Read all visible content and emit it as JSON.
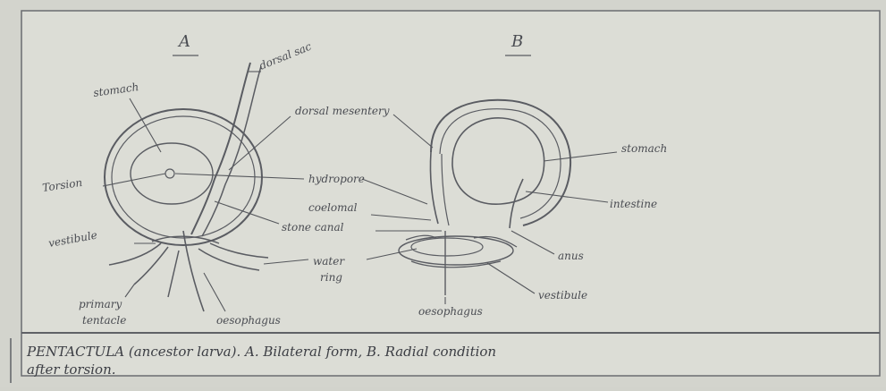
{
  "diagram": {
    "panel_a": {
      "heading": "A",
      "labels": {
        "dorsal_sac": "dorsal sac",
        "stomach": "stomach",
        "torsion": "Torsion",
        "vestibule": "vestibule",
        "primary_tentacle": "primary",
        "primary_tentacle_2": "tentacle",
        "oesophagus": "oesophagus"
      }
    },
    "panel_b": {
      "heading": "B",
      "labels": {
        "stomach": "stomach",
        "intestine": "intestine",
        "anus": "anus",
        "vestibule": "vestibule",
        "oesophagus": "oesophagus"
      }
    },
    "shared_labels": {
      "dorsal_mesentery": "dorsal mesentery",
      "hydropore": "hydropore",
      "coelomic_canal": "coelomal",
      "stone_canal": "stone canal",
      "water_ring": "water",
      "water_ring_2": "ring"
    }
  },
  "caption": {
    "line1": "PENTACTULA (ancestor larva). A. Bilateral form, B. Radial condition",
    "line2": "after torsion."
  }
}
